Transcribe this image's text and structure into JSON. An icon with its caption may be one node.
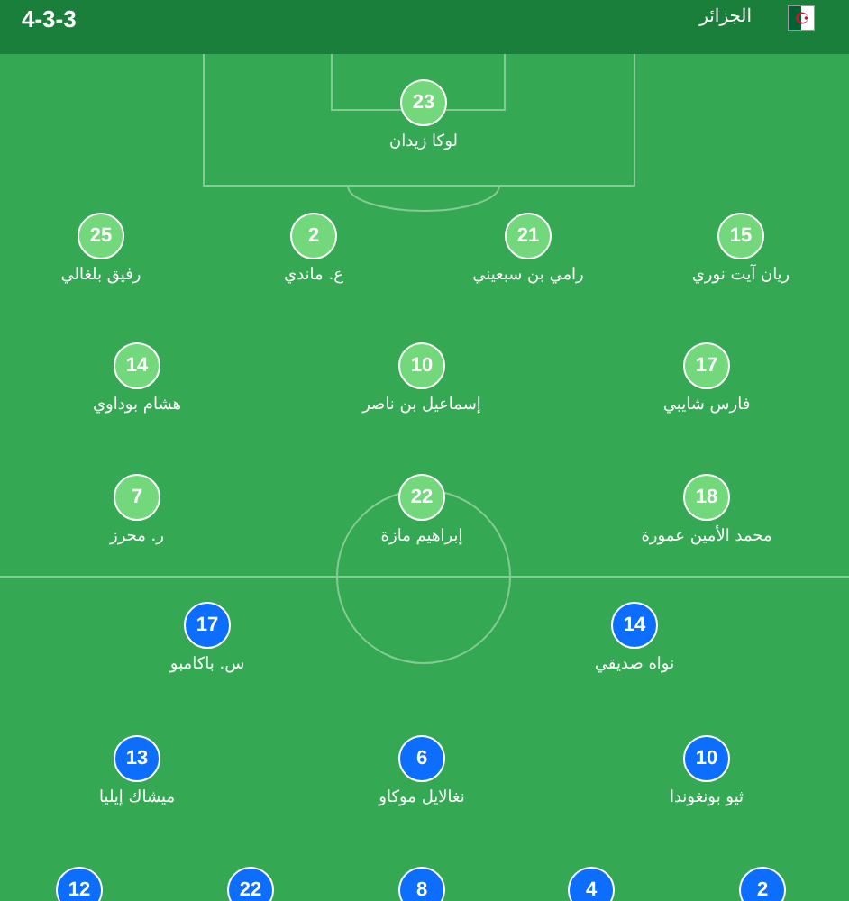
{
  "diagram": {
    "nodes": [
      {
        "text": [
          "الجزائر",
          "4-3-3"
        ]
      },
      {
        "text": [
          "23"
        ],
        "beside": [
          "لوكا زيدان"
        ]
      },
      {
        "text": [
          "25"
        ],
        "beside": [
          "رفيق بلغالي"
        ]
      },
      {
        "text": [
          "2"
        ],
        "beside": [
          "ع. ماندي"
        ]
      },
      {
        "text": [
          "21"
        ],
        "beside": [
          "رامي بن سبعيني"
        ]
      },
      {
        "text": [
          "15"
        ],
        "beside": [
          "ريان آيت نوري"
        ]
      },
      {
        "text": [
          "14"
        ],
        "beside": [
          "هشام بوداوي"
        ]
      },
      {
        "text": [
          "10"
        ],
        "beside": [
          "إسماعيل بن ناصر"
        ]
      },
      {
        "text": [
          "17"
        ],
        "beside": [
          "فارس شايبي"
        ]
      },
      {
        "text": [
          "7"
        ],
        "beside": [
          "ر. محرز"
        ]
      },
      {
        "text": [
          "22"
        ],
        "beside": [
          "إبراهيم مازة"
        ]
      },
      {
        "text": [
          "18"
        ],
        "beside": [
          "محمد الأمين عمورة"
        ]
      },
      {
        "text": [
          "17"
        ],
        "beside": [
          "س. باكامبو"
        ]
      },
      {
        "text": [
          "14"
        ],
        "beside": [
          "نواه صديقي"
        ]
      },
      {
        "text": [
          "13"
        ],
        "beside": [
          "ميشاك إيليا"
        ]
      },
      {
        "text": [
          "6"
        ],
        "beside": [
          "نغالايل موكاو"
        ]
      },
      {
        "text": [
          "10"
        ],
        "beside": [
          "ثيو بونغوندا"
        ]
      },
      {
        "text": [
          "12"
        ]
      },
      {
        "text": [
          "22"
        ]
      },
      {
        "text": [
          "8"
        ]
      },
      {
        "text": [
          "4"
        ]
      },
      {
        "text": [
          "2"
        ]
      }
    ]
  }
}
